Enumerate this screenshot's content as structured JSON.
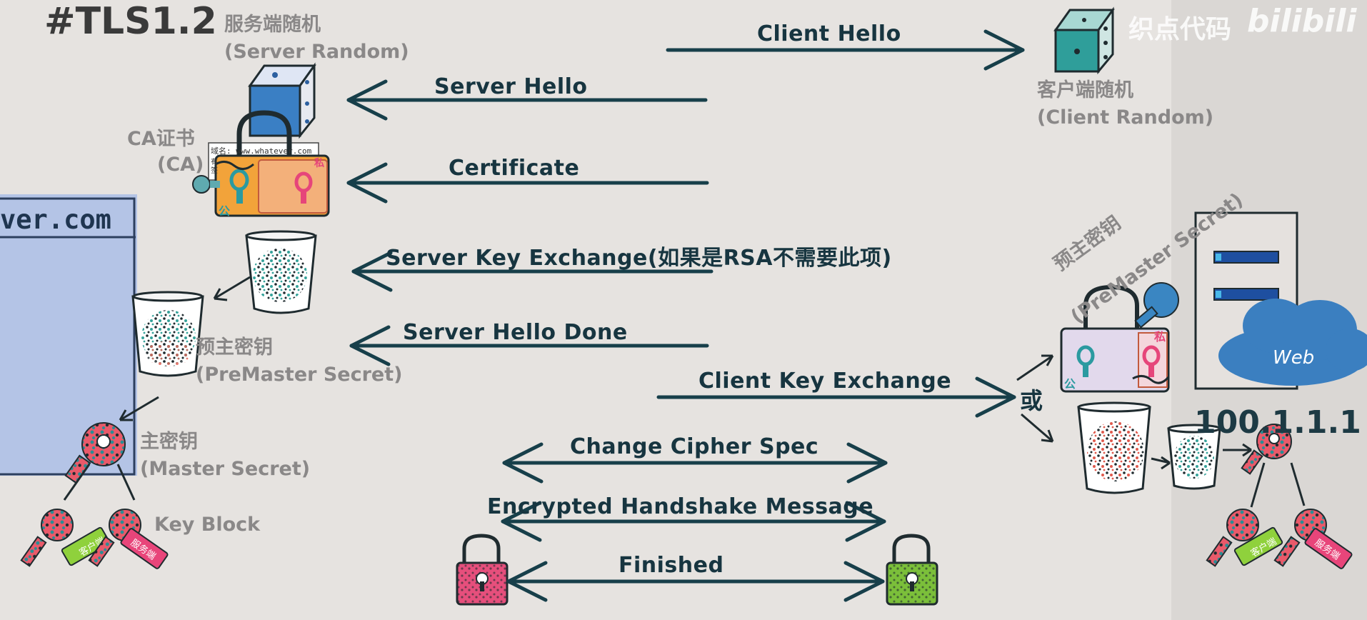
{
  "title": "#TLS1.2",
  "watermark": {
    "text": "织点代码",
    "brand": "bilibili"
  },
  "server_side": {
    "domain_text": "ver.com",
    "server_random": {
      "zh": "服务端随机",
      "en": "(Server Random)"
    },
    "ca": {
      "zh": "CA证书",
      "en": "(CA)",
      "cert_line1": "域名: www.whatever.com",
      "cert_line2": "有",
      "cert_line3": "签",
      "pub_mark": "公",
      "priv_mark": "私"
    },
    "premaster": {
      "zh": "预主密钥",
      "en": "(PreMaster Secret)"
    },
    "master": {
      "zh": "主密钥",
      "en": "(Master Secret)"
    },
    "key_block": "Key Block",
    "client_key_tag": "客户端",
    "server_key_tag": "服务端"
  },
  "client_side": {
    "client_random": {
      "zh": "客户端随机",
      "en": "(Client Random)"
    },
    "premaster": {
      "zh": "预主密钥",
      "en": "(PreMaster Secret)"
    },
    "or": "或",
    "ip": "100.1.1.1",
    "web": "Web",
    "pub_mark": "公",
    "priv_mark": "私",
    "client_key_tag": "客户端",
    "server_key_tag": "服务端"
  },
  "messages": [
    {
      "label": "Client Hello",
      "direction": "right"
    },
    {
      "label": "Server Hello",
      "direction": "left"
    },
    {
      "label": "Certificate",
      "direction": "left"
    },
    {
      "label": "Server Key Exchange(如果是RSA不需要此项)",
      "direction": "left"
    },
    {
      "label": "Server Hello Done",
      "direction": "left"
    },
    {
      "label": "Client Key Exchange",
      "direction": "right"
    },
    {
      "label": "Change Cipher Spec",
      "direction": "both"
    },
    {
      "label": "Encrypted Handshake Message",
      "direction": "both"
    },
    {
      "label": "Finished",
      "direction": "both"
    }
  ],
  "colors": {
    "arrow": "#173f4a",
    "server_dice": "#3a7fc4",
    "client_dice": "#2f9e9a",
    "domain_panel": "#b4c4e6",
    "lock_orange": "#f2a33a",
    "lock_pink": "#e64f7c",
    "lock_green": "#7bbf3a",
    "cloud": "#3b7fc0",
    "key_tag_green": "#8fd13c",
    "key_tag_pink": "#e8457a"
  }
}
